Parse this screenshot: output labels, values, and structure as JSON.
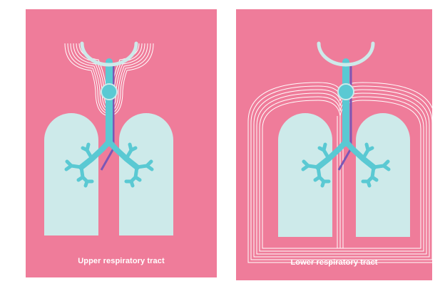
{
  "colors": {
    "background": "#ef7c9a",
    "lung": "#cdeaea",
    "airway": "#5ac9d3",
    "trachea_ring": "#cdeaea",
    "vessel": "#7b57b5",
    "highlight_lines": "#ffffff"
  },
  "panels": [
    {
      "id": "upper",
      "caption": "Upper respiratory tract",
      "highlighted_region": "upper airway"
    },
    {
      "id": "lower",
      "caption": "Lower respiratory tract",
      "highlighted_region": "lungs"
    }
  ]
}
